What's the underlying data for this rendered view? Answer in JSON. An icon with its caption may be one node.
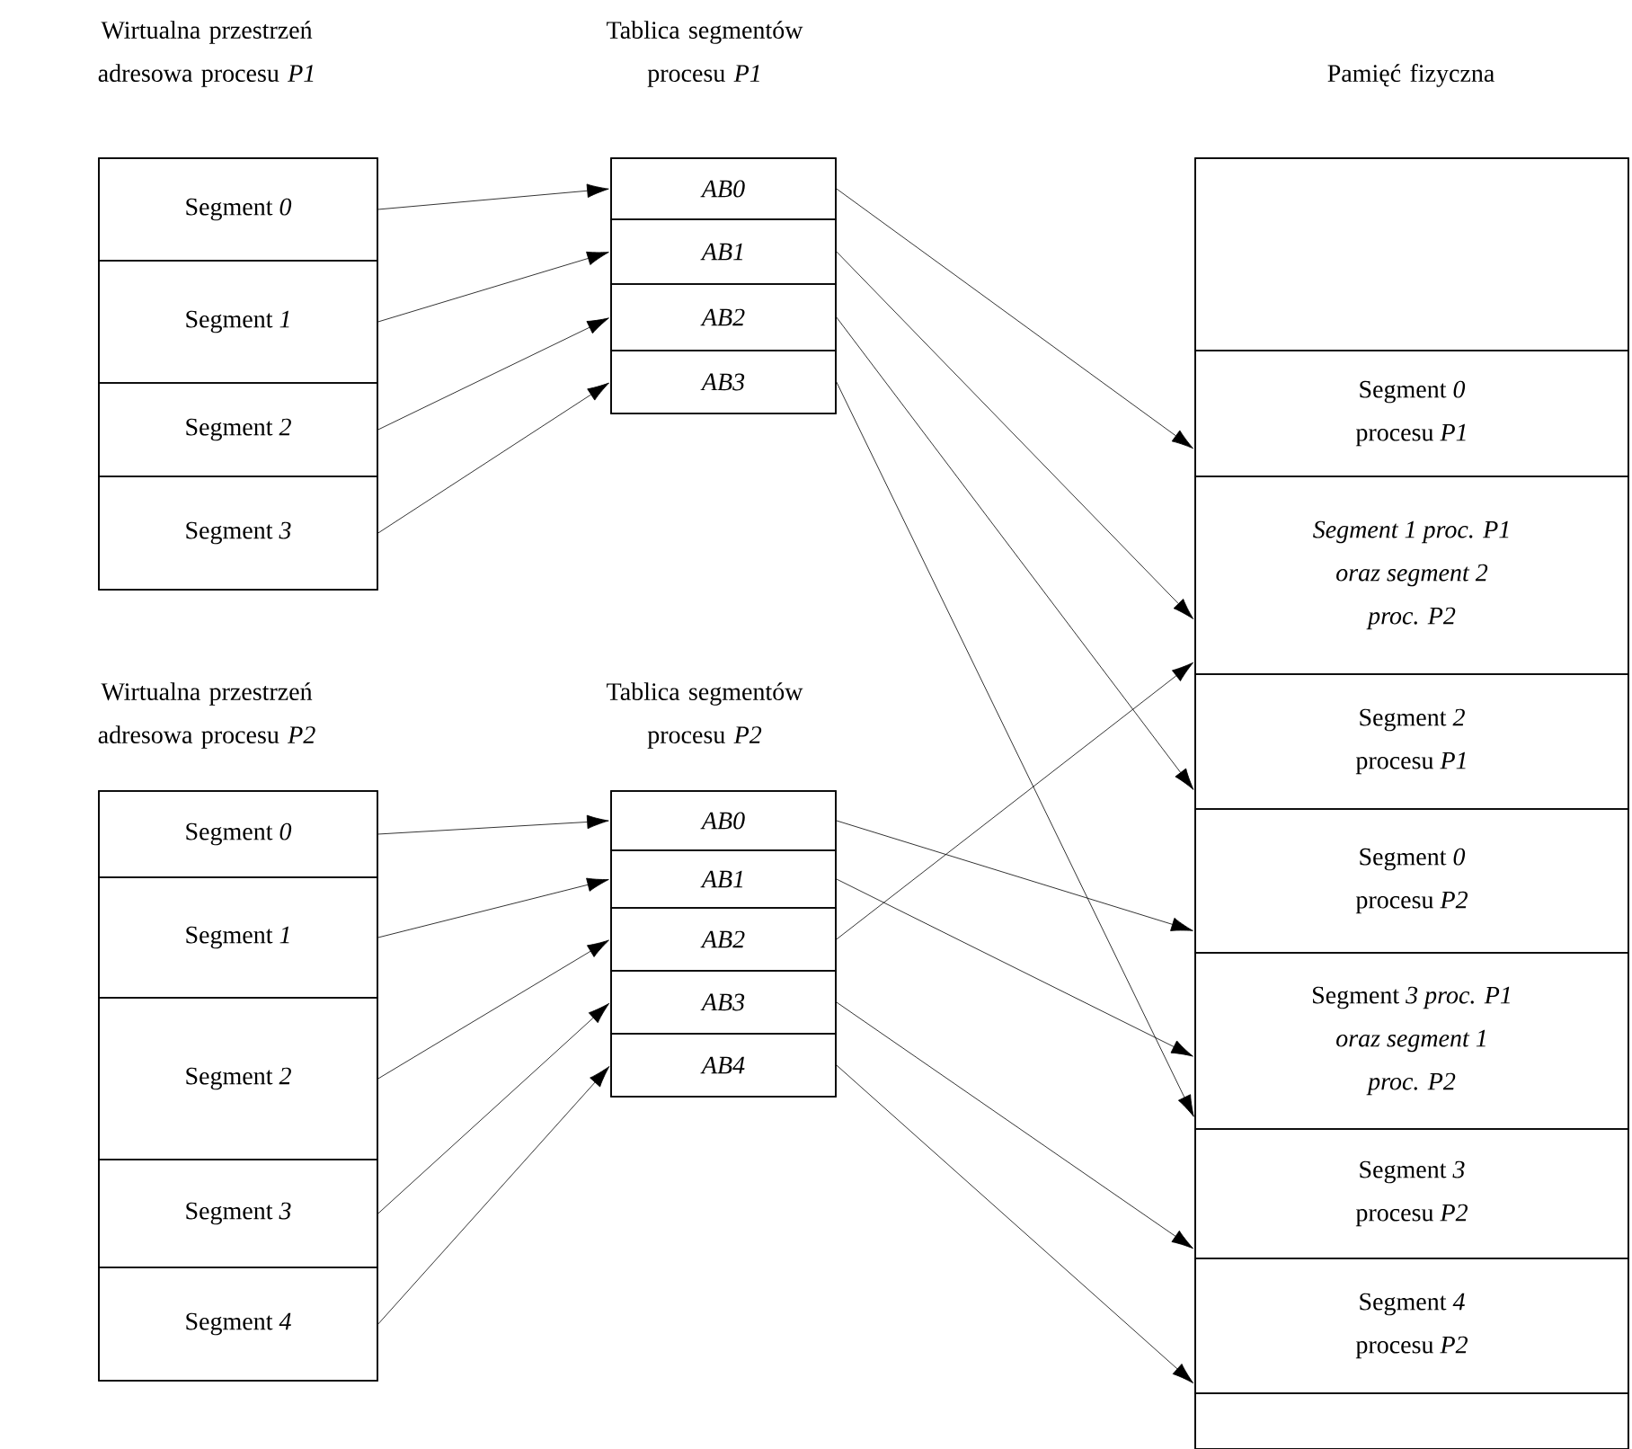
{
  "diagram": {
    "nodes": [
      {
        "text": [
          "Wirtualna przestrzeń adresowa procesu *P1*"
        ]
      },
      {
        "text": [
          "Segment *0*"
        ],
        "in": 0
      },
      {
        "text": [
          "Segment *1*"
        ],
        "in": 0
      },
      {
        "text": [
          "Segment *2*"
        ],
        "in": 0
      },
      {
        "text": [
          "Segment *3*"
        ],
        "in": 0
      },
      {
        "text": [
          "Tablica segmentów procesu *P1*"
        ]
      },
      {
        "text": [
          "AB0"
        ],
        "in": 5
      },
      {
        "text": [
          "AB1"
        ],
        "in": 5
      },
      {
        "text": [
          "AB2"
        ],
        "in": 5
      },
      {
        "text": [
          "AB3"
        ],
        "in": 5
      },
      {
        "text": [
          "Pamięć fizyczna"
        ]
      },
      {
        "text": [],
        "shape": "box",
        "in": 10
      },
      {
        "text": [
          "Segment *0* procesu *P1*"
        ],
        "in": 10
      },
      {
        "text": [
          "Segment 1 proc. P1 oraz segment 2 proc. P2"
        ],
        "in": 10
      },
      {
        "text": [
          "Segment *2* procesu *P1*"
        ],
        "in": 10
      },
      {
        "text": [
          "Segment *0* procesu *P2*"
        ],
        "in": 10
      },
      {
        "text": [
          "Segment *3 proc. P1 oraz segment 1 proc. P2*"
        ],
        "in": 10
      },
      {
        "text": [
          "Segment *3* procesu *P2*"
        ],
        "in": 10
      },
      {
        "text": [
          "Segment *4* procesu *P2*"
        ],
        "in": 10
      },
      {
        "text": [],
        "shape": "box",
        "in": 10
      },
      {
        "text": [
          "Wirtualna przestrzeń adresowa procesu *P2*"
        ]
      },
      {
        "text": [
          "Segment *0*"
        ],
        "in": 20
      },
      {
        "text": [
          "Segment *1*"
        ],
        "in": 20
      },
      {
        "text": [
          "Segment *2*"
        ],
        "in": 20
      },
      {
        "text": [
          "Segment *3*"
        ],
        "in": 20
      },
      {
        "text": [
          "Segment *4*"
        ],
        "in": 20
      },
      {
        "text": [
          "Tablica segmentów procesu *P2*"
        ]
      },
      {
        "text": [
          "AB0"
        ],
        "in": 26
      },
      {
        "text": [
          "AB1"
        ],
        "in": 26
      },
      {
        "text": [
          "AB2"
        ],
        "in": 26
      },
      {
        "text": [
          "AB3"
        ],
        "in": 26
      },
      {
        "text": [
          "AB4"
        ],
        "in": 26
      }
    ],
    "edges": [
      {
        "from": 1,
        "to": 6,
        "arrow": "to"
      },
      {
        "from": 2,
        "to": 7,
        "arrow": "to"
      },
      {
        "from": 3,
        "to": 8,
        "arrow": "to"
      },
      {
        "from": 4,
        "to": 9,
        "arrow": "to"
      },
      {
        "from": 6,
        "to": 12,
        "arrow": "to"
      },
      {
        "from": 7,
        "to": 13,
        "arrow": "to"
      },
      {
        "from": 8,
        "to": 14,
        "arrow": "to"
      },
      {
        "from": 9,
        "to": 16,
        "arrow": "to"
      },
      {
        "from": 21,
        "to": 27,
        "arrow": "to"
      },
      {
        "from": 22,
        "to": 28,
        "arrow": "to"
      },
      {
        "from": 23,
        "to": 29,
        "arrow": "to"
      },
      {
        "from": 24,
        "to": 30,
        "arrow": "to"
      },
      {
        "from": 25,
        "to": 31,
        "arrow": "to"
      },
      {
        "from": 27,
        "to": 15,
        "arrow": "to"
      },
      {
        "from": 28,
        "to": 16,
        "arrow": "to"
      },
      {
        "from": 29,
        "to": 13,
        "arrow": "to"
      },
      {
        "from": 30,
        "to": 17,
        "arrow": "to"
      },
      {
        "from": 31,
        "to": 18,
        "arrow": "to"
      }
    ]
  }
}
